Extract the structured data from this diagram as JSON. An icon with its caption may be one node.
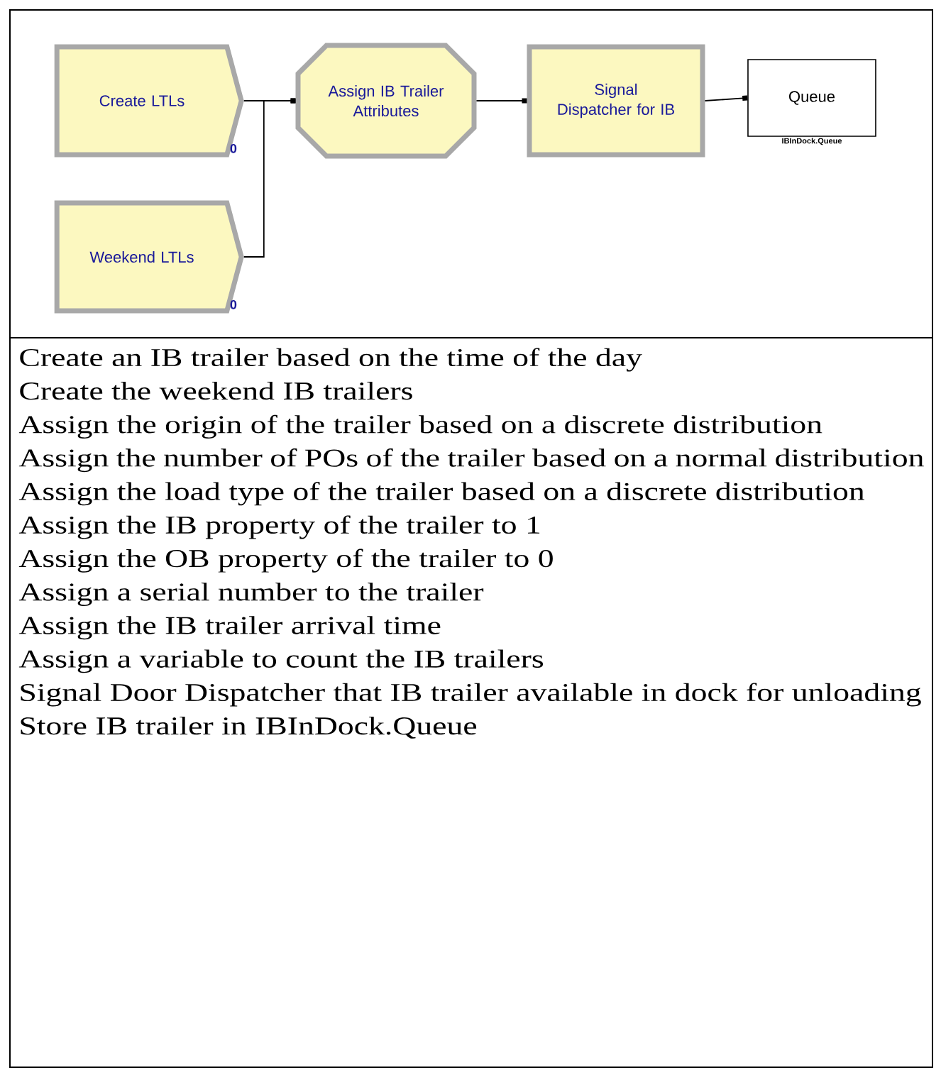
{
  "diagram": {
    "nodes": [
      {
        "text": [
          "Create LTLs"
        ],
        "beside": [
          "0"
        ]
      },
      {
        "text": [
          "Weekend LTLs"
        ],
        "beside": [
          "0"
        ]
      },
      {
        "text": [
          "Assign IB Trailer Attributes"
        ]
      },
      {
        "text": [
          "Signal Dispatcher for IB"
        ]
      },
      {
        "text": [
          "Queue"
        ],
        "beside": [
          "IBInDock.Queue"
        ]
      }
    ],
    "edges": [
      {
        "from": 0,
        "to": 2,
        "arrow": "other"
      },
      {
        "from": 1,
        "to": 2,
        "arrow": "other"
      },
      {
        "from": 2,
        "to": 3,
        "arrow": "other"
      },
      {
        "from": 3,
        "to": 4,
        "arrow": "other"
      }
    ],
    "labels": [
      "Create an IB trailer based on the time of the day",
      "Create the weekend IB trailers",
      "Assign the origin of the trailer based on a discrete distribution",
      "Assign the number of POs of the trailer based on a normal distribution",
      "Assign the load type of the trailer based on a discrete distribution",
      "Assign the IB property of the trailer to 1",
      "Assign the OB property of the trailer to 0",
      "Assign a serial number to the trailer",
      "Assign the IB trailer arrival time",
      "Assign a variable to count the IB trailers",
      "Signal Door Dispatcher that IB trailer available in dock for unloading",
      "Store IB trailer in IBInDock.Queue"
    ]
  }
}
